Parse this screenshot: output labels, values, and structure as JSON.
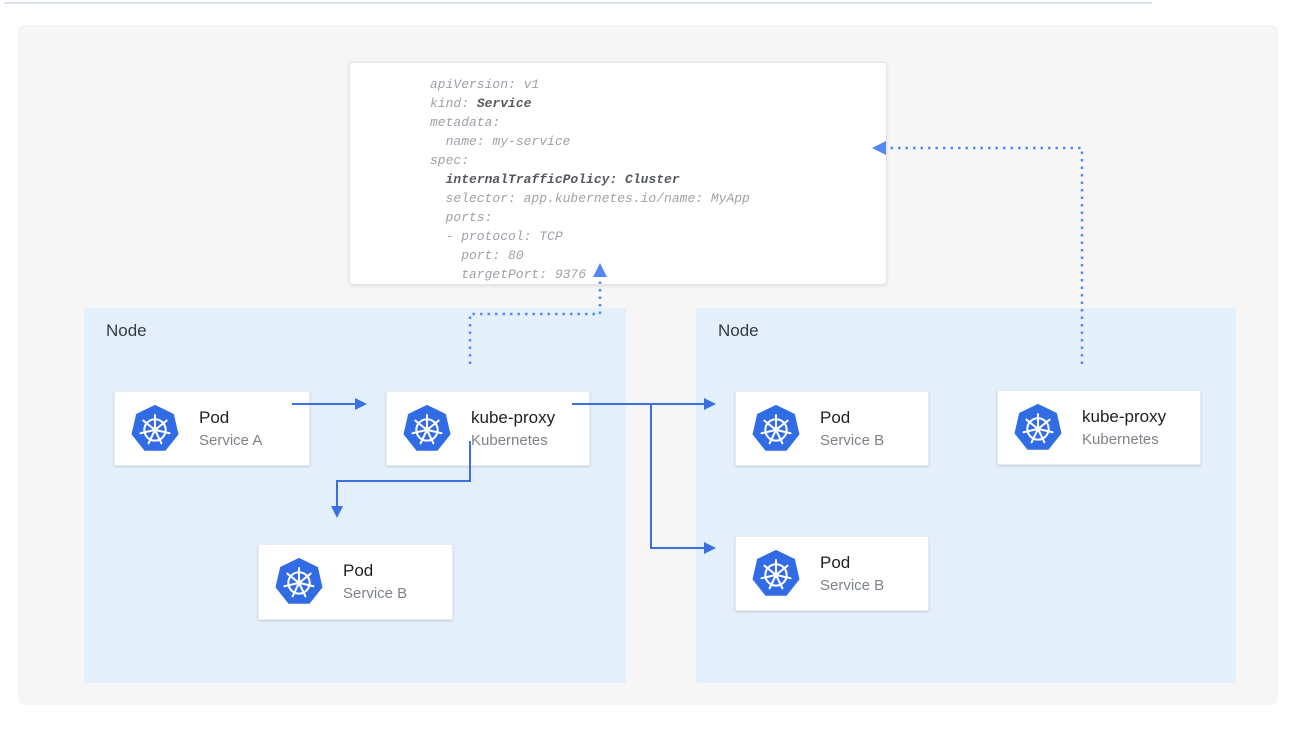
{
  "diagram": {
    "yaml": {
      "lines": [
        {
          "pre": "apiVersion: v1",
          "bold": "",
          "post": ""
        },
        {
          "pre": "kind: ",
          "bold": "Service",
          "post": ""
        },
        {
          "pre": "metadata:",
          "bold": "",
          "post": ""
        },
        {
          "pre": "  name: my-service",
          "bold": "",
          "post": ""
        },
        {
          "pre": "spec:",
          "bold": "",
          "post": ""
        },
        {
          "pre": "  ",
          "bold": "internalTrafficPolicy: Cluster",
          "post": ""
        },
        {
          "pre": "  selector: app.kubernetes.io/name: MyApp",
          "bold": "",
          "post": ""
        },
        {
          "pre": "  ports:",
          "bold": "",
          "post": ""
        },
        {
          "pre": "  - protocol: TCP",
          "bold": "",
          "post": ""
        },
        {
          "pre": "    port: 80",
          "bold": "",
          "post": ""
        },
        {
          "pre": "    targetPort: 9376",
          "bold": "",
          "post": ""
        }
      ]
    },
    "nodes": [
      {
        "label": "Node"
      },
      {
        "label": "Node"
      }
    ],
    "cards": {
      "pod_a": {
        "title": "Pod",
        "subtitle": "Service A",
        "icon": "kubernetes-logo"
      },
      "kube_proxy_left": {
        "title": "kube-proxy",
        "subtitle": "Kubernetes",
        "icon": "kubernetes-logo"
      },
      "pod_b_left": {
        "title": "Pod",
        "subtitle": "Service B",
        "icon": "kubernetes-logo"
      },
      "pod_b_right_top": {
        "title": "Pod",
        "subtitle": "Service B",
        "icon": "kubernetes-logo"
      },
      "pod_b_right_bot": {
        "title": "Pod",
        "subtitle": "Service B",
        "icon": "kubernetes-logo"
      },
      "kube_proxy_right": {
        "title": "kube-proxy",
        "subtitle": "Kubernetes",
        "icon": "kubernetes-logo"
      }
    },
    "colors": {
      "solid_arrow": "#3c6fe0",
      "dotted_arrow": "#5488f1",
      "kubernetes_blue": "#326ce5",
      "node_bg": "#e3f0fc",
      "panel_bg": "#f6f6f7",
      "code_plain": "#9da2a8",
      "code_bold": "#55595e"
    }
  }
}
